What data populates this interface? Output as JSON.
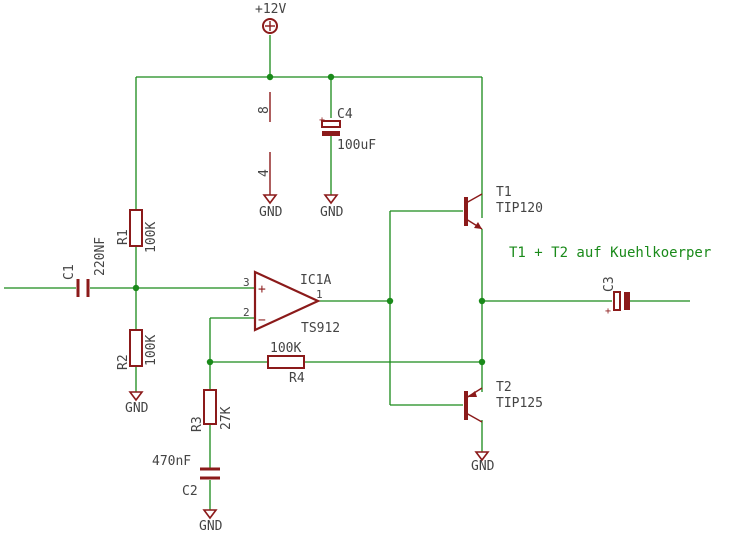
{
  "colors": {
    "wire": "#1a8a1a",
    "part": "#8b1a1a",
    "label": "#444444",
    "note": "#1a8a1a",
    "background": "#ffffff"
  },
  "supply": {
    "label": "+12V"
  },
  "labels": {
    "gnd": "GND",
    "pin8": "8",
    "pin4": "4",
    "pin3": "3",
    "pin2": "2",
    "pin1": "1",
    "plus": "+",
    "minus": "−",
    "c4_name": "C4",
    "c4_value": "100uF",
    "c1_name": "C1",
    "c1_value": "220NF",
    "r1_name": "R1",
    "r1_value": "100K",
    "r2_name": "R2",
    "r2_value": "100K",
    "r3_name": "R3",
    "r3_value": "27K",
    "r4_name": "R4",
    "r4_value": "100K",
    "c2_name": "C2",
    "c2_value": "470nF",
    "ic_name": "IC1A",
    "ic_value": "TS912",
    "t1_name": "T1",
    "t1_value": "TIP120",
    "t2_name": "T2",
    "t2_value": "TIP125",
    "c3_name": "C3",
    "note": "T1 + T2 auf Kuehlkoerper"
  }
}
